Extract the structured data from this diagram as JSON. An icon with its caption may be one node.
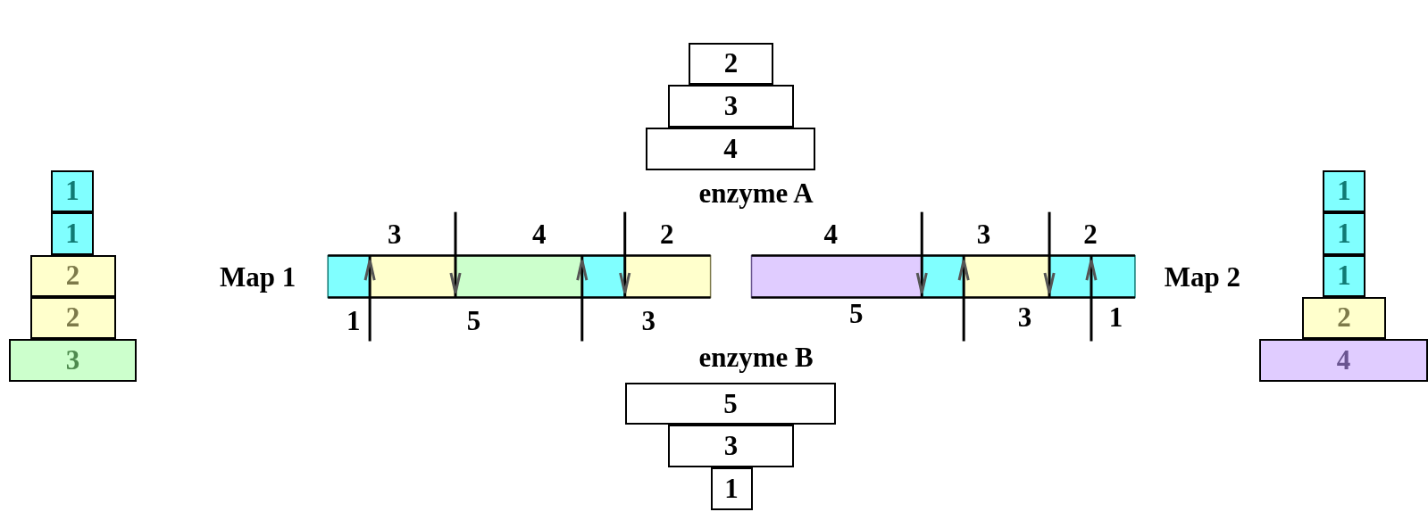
{
  "diagram": {
    "nodes": [
      {
        "text": [
          "2"
        ]
      },
      {
        "text": [
          "3"
        ]
      },
      {
        "text": [
          "4"
        ]
      },
      {
        "text": [
          "1"
        ]
      },
      {
        "text": [
          "1"
        ]
      },
      {
        "text": [
          "2"
        ]
      },
      {
        "text": [
          "2"
        ]
      },
      {
        "text": [
          "3"
        ]
      },
      {
        "text": [
          "1"
        ]
      },
      {
        "text": [
          "1"
        ]
      },
      {
        "text": [
          "1"
        ]
      },
      {
        "text": [
          "2"
        ]
      },
      {
        "text": [
          "4"
        ]
      },
      {
        "text": [
          "5"
        ]
      },
      {
        "text": [
          "3"
        ]
      },
      {
        "text": [
          "1"
        ]
      }
    ],
    "labels": [
      "enzyme A",
      "3",
      "4",
      "2",
      "4",
      "3",
      "2",
      "Map 1",
      "Map 2",
      "1",
      "5",
      "3",
      "5",
      "3",
      "1",
      "enzyme B"
    ]
  }
}
